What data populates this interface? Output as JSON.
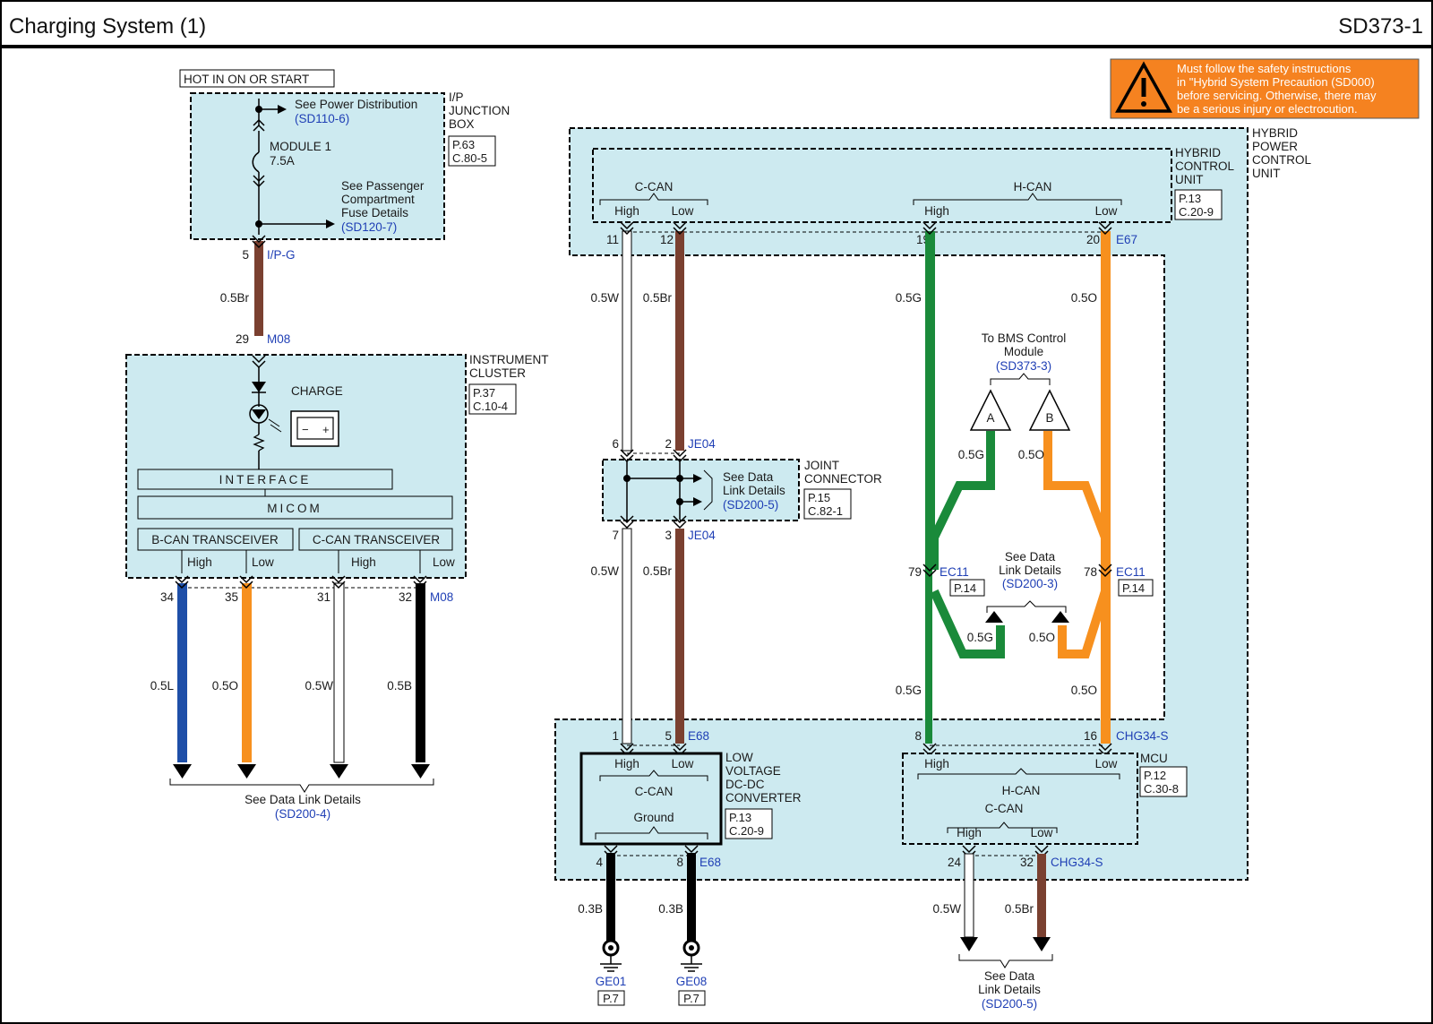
{
  "header": {
    "title": "Charging System (1)",
    "code": "SD373-1"
  },
  "warning": {
    "lines": [
      "Must follow the safety instructions",
      "in \"Hybrid System Precaution (SD000)",
      "before servicing. Otherwise, there may",
      "be a serious injury or electrocution."
    ]
  },
  "junction_box": {
    "hot_label": "HOT IN ON OR START",
    "name": [
      "I/P",
      "JUNCTION",
      "BOX"
    ],
    "page": "P.63",
    "conn": "C.80-5",
    "power_dist": "See Power Distribution",
    "power_dist_ref": "(SD110-6)",
    "fuse_name": "MODULE 1",
    "fuse_rating": "7.5A",
    "passenger_note": [
      "See Passenger",
      "Compartment",
      "Fuse Details"
    ],
    "passenger_ref": "(SD120-7)",
    "pin": "5",
    "connector": "I/P-G"
  },
  "cluster": {
    "feed_wire": "0.5Br",
    "feed_pin": "29",
    "connector": "M08",
    "name": [
      "INSTRUMENT",
      "CLUSTER"
    ],
    "page": "P.37",
    "conn": "C.10-4",
    "lamp_label": "CHARGE",
    "interface": "INTERFACE",
    "micom": "MICOM",
    "b_can": "B-CAN TRANSCEIVER",
    "c_can": "C-CAN TRANSCEIVER",
    "high": "High",
    "low": "Low",
    "out_pins": [
      "34",
      "35",
      "31",
      "32"
    ],
    "out_wires": [
      "0.5L",
      "0.5O",
      "0.5W",
      "0.5B"
    ],
    "data_link_note": "See Data Link Details",
    "data_link_ref": "(SD200-4)"
  },
  "hpcu": {
    "name": [
      "HYBRID",
      "POWER",
      "CONTROL",
      "UNIT"
    ]
  },
  "hcu": {
    "name": [
      "HYBRID",
      "CONTROL",
      "UNIT"
    ],
    "page": "P.13",
    "conn": "C.20-9",
    "c_can": "C-CAN",
    "h_can": "H-CAN",
    "high": "High",
    "low": "Low",
    "pins": [
      "11",
      "12",
      "19",
      "20"
    ],
    "connector": "E67"
  },
  "c_can_wires": {
    "upper": [
      "0.5W",
      "0.5Br"
    ],
    "lower": [
      "0.5W",
      "0.5Br"
    ]
  },
  "joint": {
    "pins_top": [
      "6",
      "2"
    ],
    "pins_bottom": [
      "7",
      "3"
    ],
    "connector": "JE04",
    "note": [
      "See Data",
      "Link Details"
    ],
    "ref": "(SD200-5)",
    "name": [
      "JOINT",
      "CONNECTOR"
    ],
    "page": "P.15",
    "conn": "C.82-1"
  },
  "ldc": {
    "pins": [
      "1",
      "5"
    ],
    "connector": "E68",
    "high": "High",
    "low": "Low",
    "c_can": "C-CAN",
    "ground": "Ground",
    "name": [
      "LOW",
      "VOLTAGE",
      "DC-DC",
      "CONVERTER"
    ],
    "page": "P.13",
    "conn": "C.20-9",
    "ground_pins": [
      "4",
      "8"
    ],
    "ground_wires": [
      "0.3B",
      "0.3B"
    ],
    "grounds": [
      "GE01",
      "GE08"
    ],
    "ground_pages": [
      "P.7",
      "P.7"
    ]
  },
  "h_can_wires": {
    "upper": [
      "0.5G",
      "0.5O"
    ],
    "lower": [
      "0.5G",
      "0.5O"
    ]
  },
  "bms": {
    "note": [
      "To BMS Control",
      "Module"
    ],
    "ref": "(SD373-3)",
    "a": "A",
    "b": "B",
    "wires": [
      "0.5G",
      "0.5O"
    ]
  },
  "ec11": {
    "pins": [
      "79",
      "78"
    ],
    "connector": "EC11",
    "page": "P.14",
    "note": [
      "See Data",
      "Link Details"
    ],
    "ref": "(SD200-3)",
    "wires": [
      "0.5G",
      "0.5O"
    ]
  },
  "mcu": {
    "pins": [
      "8",
      "16"
    ],
    "connector": "CHG34-S",
    "high": "High",
    "low": "Low",
    "h_can": "H-CAN",
    "c_can": "C-CAN",
    "name": "MCU",
    "page": "P.12",
    "conn": "C.30-8",
    "out_pins": [
      "24",
      "32"
    ],
    "out_wires": [
      "0.5W",
      "0.5Br"
    ],
    "data_link_note": [
      "See Data",
      "Link Details"
    ],
    "data_link_ref": "(SD200-5)"
  }
}
